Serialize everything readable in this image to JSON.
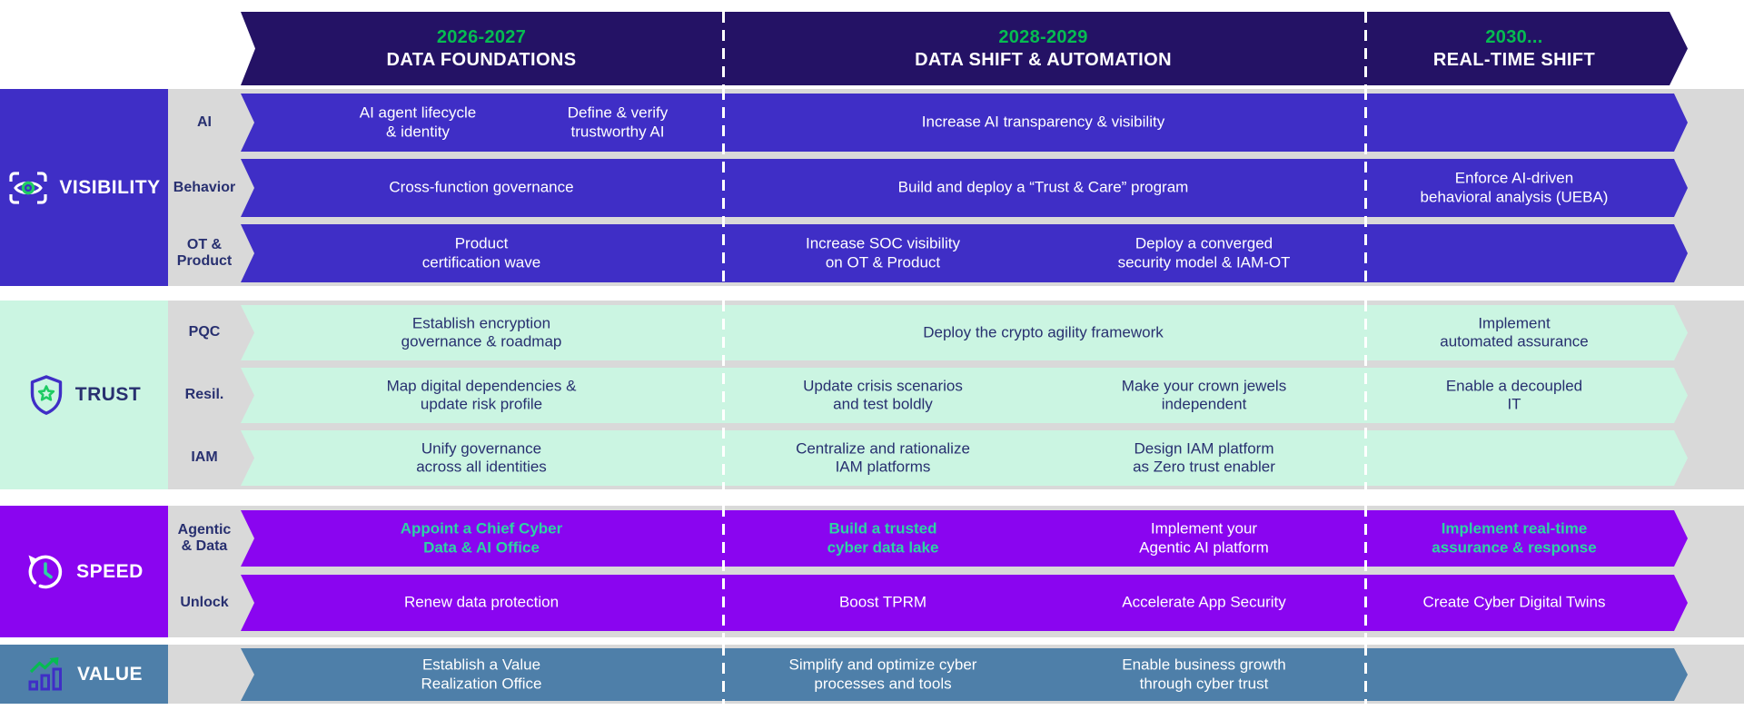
{
  "colors": {
    "header_bg": "#241265",
    "header_year_green": "#06BC51",
    "band_gray": "#D9D9D9",
    "accent_green": "#2ED3A3",
    "navy_text": "#283070",
    "white_text": "#FFFFFF",
    "visibility_bg": "#3F2EC6",
    "trust_bg": "#CBF5E2",
    "speed_bg": "#8A05F0",
    "value_bg": "#4E7FA9"
  },
  "header": {
    "columns": [
      {
        "years": "2026-2027",
        "title": "DATA FOUNDATIONS"
      },
      {
        "years": "2028-2029",
        "title": "DATA SHIFT & AUTOMATION"
      },
      {
        "years": "2030...",
        "title": "REAL-TIME SHIFT"
      }
    ]
  },
  "groups": [
    {
      "id": "visibility",
      "label": "VISIBILITY",
      "icon": "eye-scan-icon",
      "bg": "#3F2EC6",
      "label_color": "#FFFFFF",
      "text_color": "#FFFFFF",
      "rows": [
        {
          "name": "ai",
          "label": "AI",
          "items": [
            {
              "slot": "c1a",
              "text": "AI agent lifecycle\n& identity"
            },
            {
              "slot": "c1b",
              "text": "Define & verify\ntrustworthy AI"
            },
            {
              "slot": "c2",
              "text": "Increase AI transparency & visibility"
            }
          ]
        },
        {
          "name": "behavior",
          "label": "Behavior",
          "items": [
            {
              "slot": "c1",
              "text": "Cross-function governance"
            },
            {
              "slot": "c2",
              "text": "Build and deploy a “Trust & Care” program"
            },
            {
              "slot": "c3",
              "text": "Enforce AI-driven\nbehavioral analysis (UEBA)"
            }
          ]
        },
        {
          "name": "ot-product",
          "label": "OT &\nProduct",
          "items": [
            {
              "slot": "c1",
              "text": "Product\ncertification wave"
            },
            {
              "slot": "c2a",
              "text": "Increase SOC visibility\non OT & Product"
            },
            {
              "slot": "c2b",
              "text": "Deploy a converged\nsecurity model & IAM-OT"
            }
          ]
        }
      ]
    },
    {
      "id": "trust",
      "label": "TRUST",
      "icon": "shield-star-icon",
      "bg": "#CBF5E2",
      "label_color": "#283070",
      "text_color": "#283070",
      "rows": [
        {
          "name": "pqc",
          "label": "PQC",
          "items": [
            {
              "slot": "c1",
              "text": "Establish encryption\ngovernance & roadmap"
            },
            {
              "slot": "c2",
              "text": "Deploy the crypto agility framework"
            },
            {
              "slot": "c3",
              "text": "Implement\nautomated assurance"
            }
          ]
        },
        {
          "name": "resil",
          "label": "Resil.",
          "items": [
            {
              "slot": "c1",
              "text": "Map digital dependencies &\nupdate risk profile"
            },
            {
              "slot": "c2a",
              "text": "Update crisis scenarios\nand test boldly"
            },
            {
              "slot": "c2b",
              "text": "Make your crown jewels\nindependent"
            },
            {
              "slot": "c3",
              "text": "Enable a decoupled\nIT"
            }
          ]
        },
        {
          "name": "iam",
          "label": "IAM",
          "items": [
            {
              "slot": "c1",
              "text": "Unify governance\nacross all identities"
            },
            {
              "slot": "c2a",
              "text": "Centralize and rationalize\nIAM platforms"
            },
            {
              "slot": "c2b",
              "text": "Design IAM platform\nas Zero trust enabler"
            }
          ]
        }
      ]
    },
    {
      "id": "speed",
      "label": "SPEED",
      "icon": "clock-rewind-icon",
      "bg": "#8A05F0",
      "label_color": "#FFFFFF",
      "text_color": "#FFFFFF",
      "rows": [
        {
          "name": "agentic-data",
          "label": "Agentic\n& Data",
          "items": [
            {
              "slot": "c1",
              "text": "Appoint a Chief Cyber\nData & AI Office",
              "accent": true
            },
            {
              "slot": "c2a",
              "text": "Build a trusted\ncyber data lake",
              "accent": true
            },
            {
              "slot": "c2b",
              "text": "Implement your\nAgentic AI platform"
            },
            {
              "slot": "c3",
              "text": "Implement real-time\nassurance & response",
              "accent": true
            }
          ]
        },
        {
          "name": "unlock",
          "label": "Unlock",
          "items": [
            {
              "slot": "c1",
              "text": "Renew data protection"
            },
            {
              "slot": "c2a",
              "text": "Boost TPRM"
            },
            {
              "slot": "c2b",
              "text": "Accelerate App Security"
            },
            {
              "slot": "c3",
              "text": "Create Cyber Digital Twins"
            }
          ]
        }
      ]
    },
    {
      "id": "value",
      "label": "VALUE",
      "icon": "growth-chart-icon",
      "bg": "#4E7FA9",
      "label_color": "#FFFFFF",
      "text_color": "#FFFFFF",
      "rows": [
        {
          "name": "value",
          "label": "",
          "items": [
            {
              "slot": "c1",
              "text": "Establish a Value\nRealization Office"
            },
            {
              "slot": "c2a",
              "text": "Simplify and optimize cyber\nprocesses and tools"
            },
            {
              "slot": "c2b",
              "text": "Enable business growth\nthrough cyber trust"
            }
          ]
        }
      ]
    }
  ]
}
